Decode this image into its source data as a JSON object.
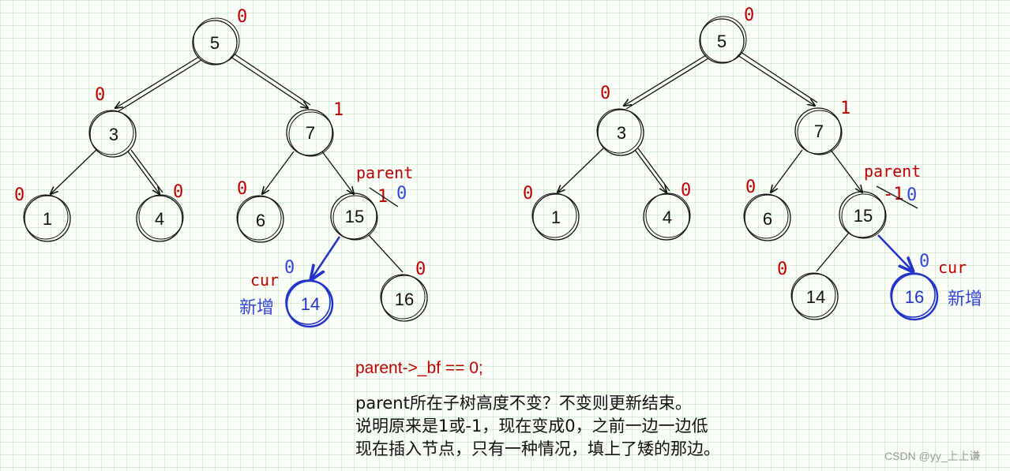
{
  "left_tree": {
    "nodes": [
      {
        "id": "5",
        "label": "5",
        "bf": "0"
      },
      {
        "id": "3",
        "label": "3",
        "bf": "0"
      },
      {
        "id": "7",
        "label": "7",
        "bf": "1"
      },
      {
        "id": "1",
        "label": "1",
        "bf": "0"
      },
      {
        "id": "4",
        "label": "4",
        "bf": "0"
      },
      {
        "id": "6",
        "label": "6",
        "bf": "0"
      },
      {
        "id": "15",
        "label": "15",
        "bf_old": "1",
        "bf": "0"
      },
      {
        "id": "14",
        "label": "14",
        "bf": "0",
        "new": true
      },
      {
        "id": "16",
        "label": "16",
        "bf": "0"
      }
    ],
    "parent_label": "parent",
    "cur_label": "cur",
    "new_label": "新增"
  },
  "right_tree": {
    "nodes": [
      {
        "id": "5",
        "label": "5",
        "bf": "0"
      },
      {
        "id": "3",
        "label": "3",
        "bf": "0"
      },
      {
        "id": "7",
        "label": "7",
        "bf": "1"
      },
      {
        "id": "1",
        "label": "1",
        "bf": "0"
      },
      {
        "id": "4",
        "label": "4",
        "bf": "0"
      },
      {
        "id": "6",
        "label": "6",
        "bf": "0"
      },
      {
        "id": "15",
        "label": "15",
        "bf_old": "-1",
        "bf": "0"
      },
      {
        "id": "14",
        "label": "14",
        "bf": "0"
      },
      {
        "id": "16",
        "label": "16",
        "bf": "0",
        "new": true
      }
    ],
    "parent_label": "parent",
    "cur_label": "cur",
    "new_label": "新增"
  },
  "explanation": {
    "condition": "parent->_bf == 0;",
    "lines": [
      "parent所在子树高度不变？不变则更新结束。",
      "说明原来是1或-1，现在变成0，之前一边一边低",
      "现在插入节点，只有一种情况，填上了矮的那边。"
    ]
  },
  "watermark": "CSDN @yy_上上谦",
  "colors": {
    "ink": "#111111",
    "bf_red": "#c00000",
    "new_blue": "#3344dd",
    "grid": "#96cd96"
  }
}
